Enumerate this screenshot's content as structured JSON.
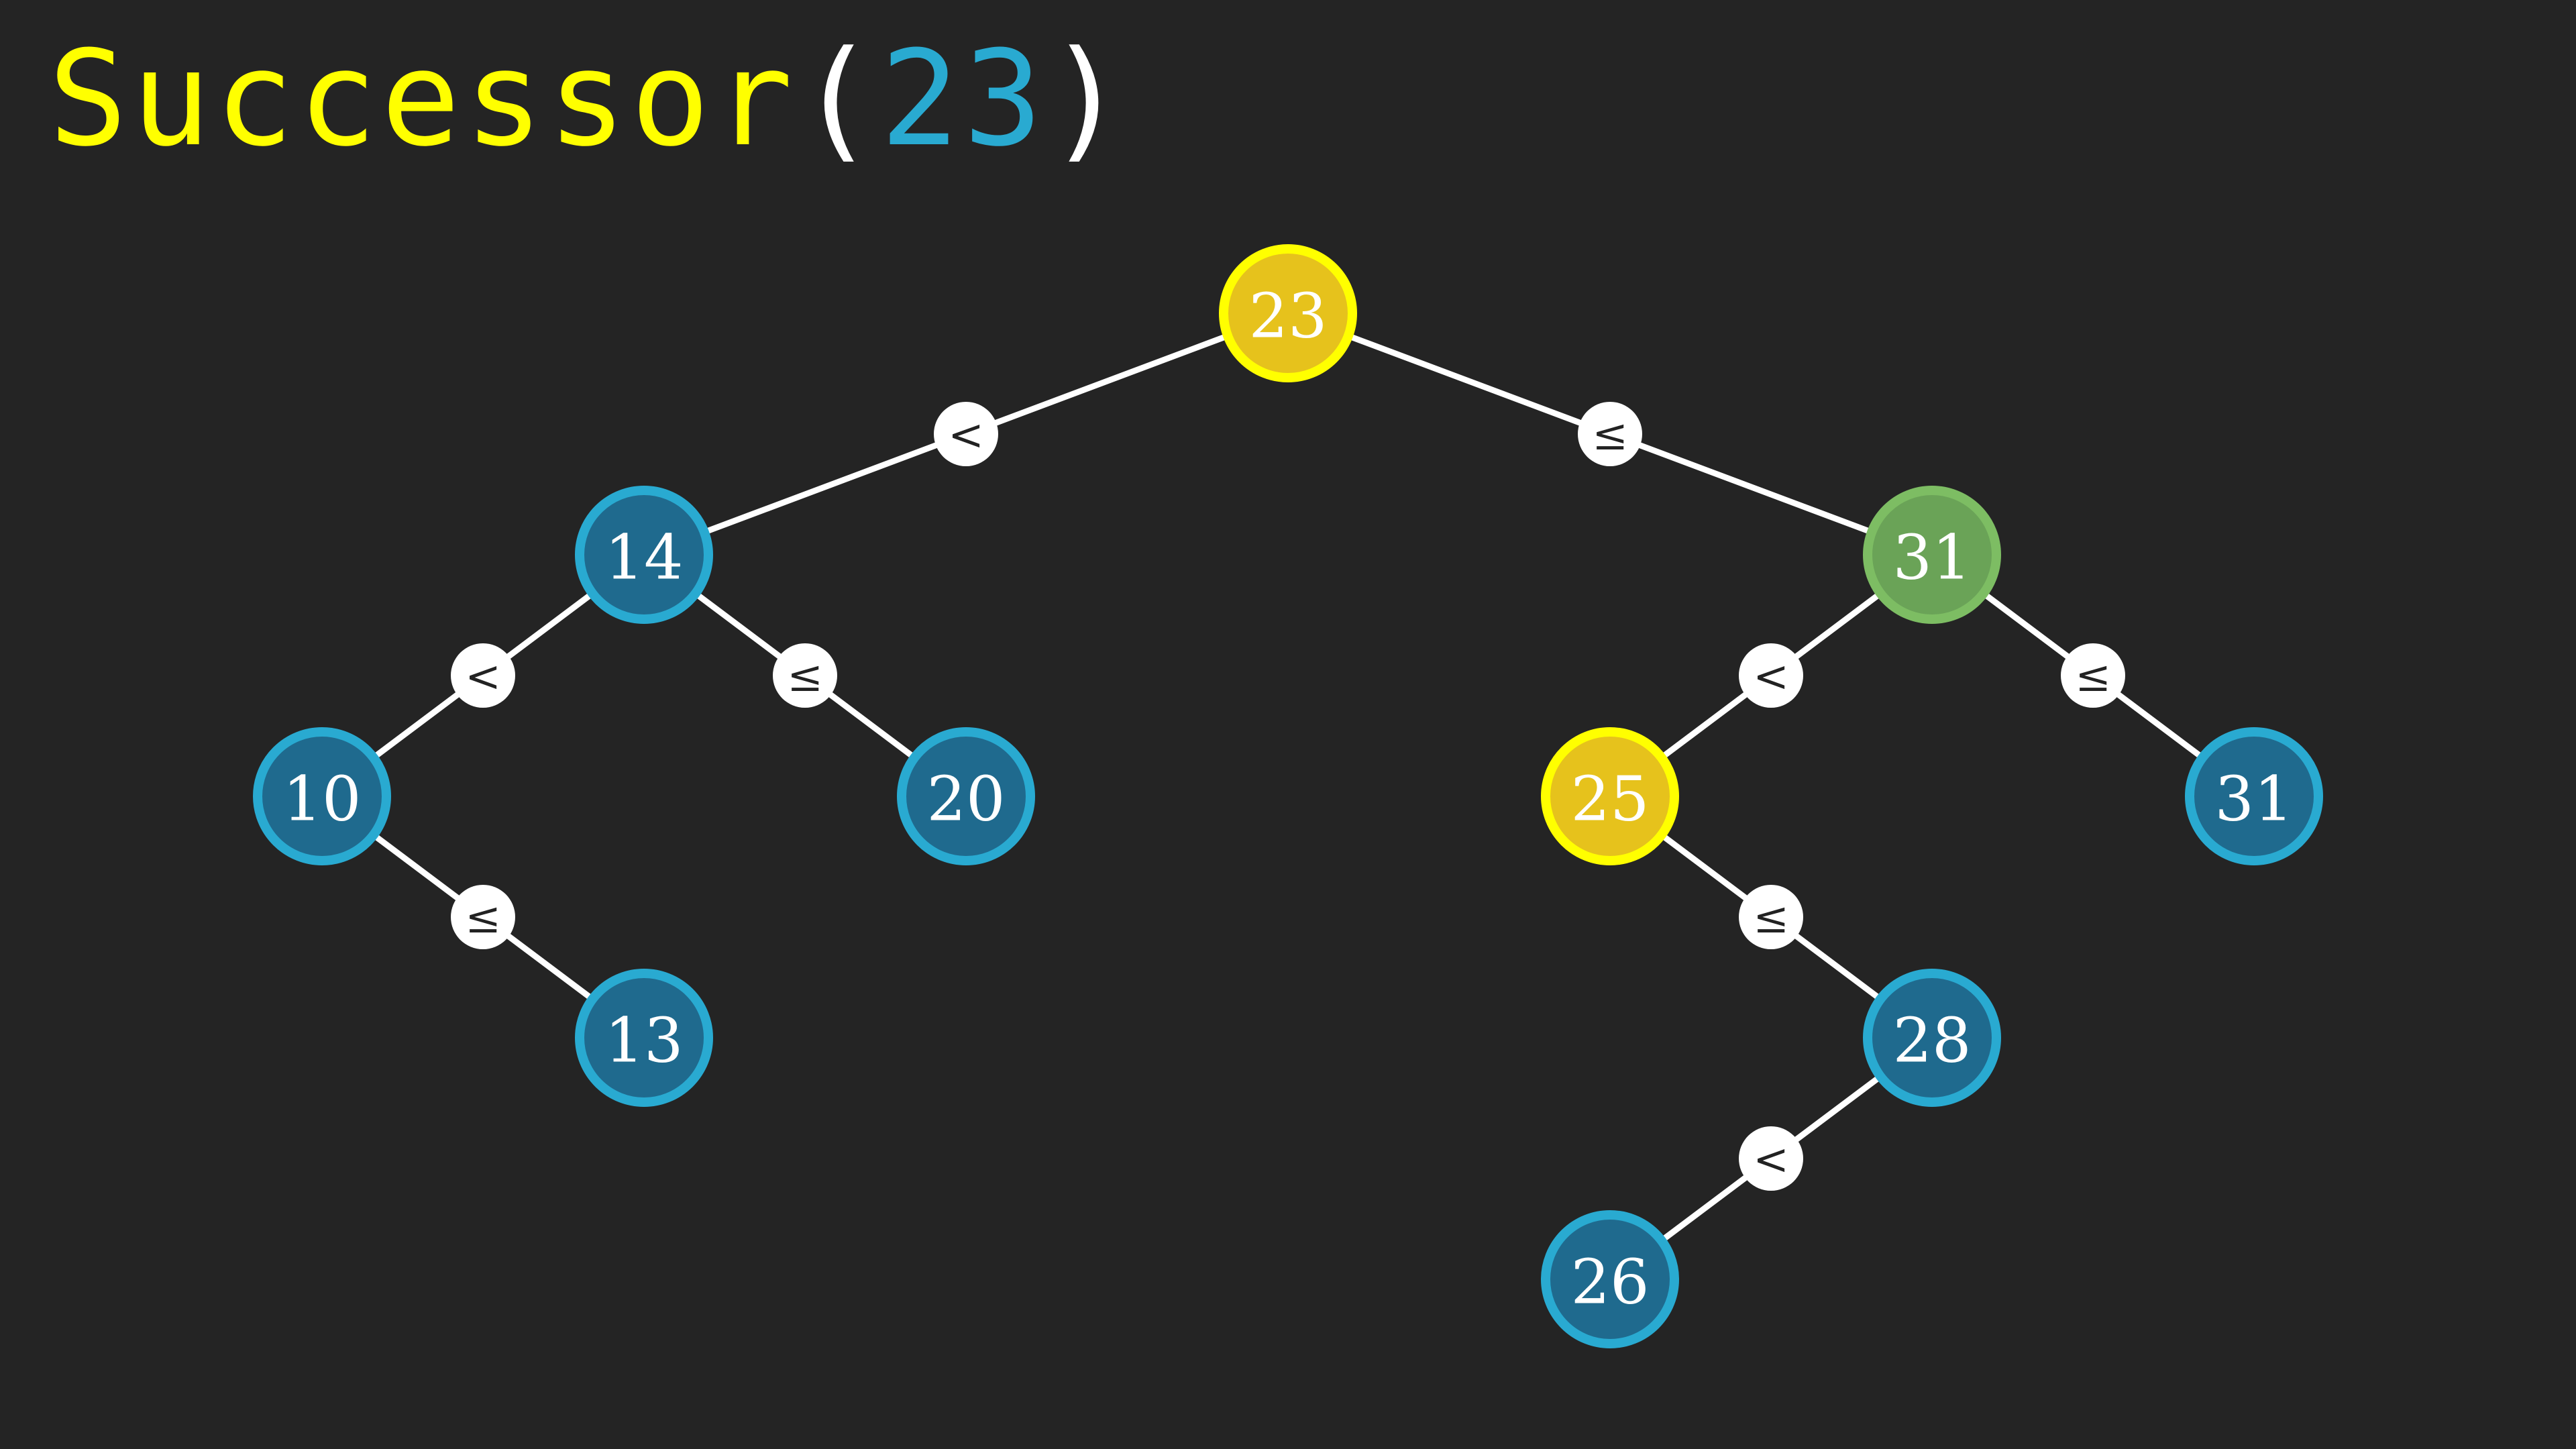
{
  "title": {
    "function": "Successor",
    "open": "(",
    "argument": "23",
    "close": ")"
  },
  "colors": {
    "background": "#242424",
    "title": "#ffff00",
    "argument": "#29aad1",
    "edge": "#ffffff",
    "node_default_fill": "#1f6a8e",
    "node_default_stroke": "#29aad1",
    "node_highlight_fill": "#e6c21c",
    "node_highlight_stroke": "#ffff00",
    "node_path_fill": "#6aa357",
    "node_path_stroke": "#7dbd63"
  },
  "tree": {
    "nodes": [
      {
        "id": "n23",
        "label": "23",
        "state": "highlight"
      },
      {
        "id": "n14",
        "label": "14",
        "state": "default"
      },
      {
        "id": "n31a",
        "label": "31",
        "state": "path"
      },
      {
        "id": "n10",
        "label": "10",
        "state": "default"
      },
      {
        "id": "n20",
        "label": "20",
        "state": "default"
      },
      {
        "id": "n25",
        "label": "25",
        "state": "highlight"
      },
      {
        "id": "n31b",
        "label": "31",
        "state": "default"
      },
      {
        "id": "n13",
        "label": "13",
        "state": "default"
      },
      {
        "id": "n28",
        "label": "28",
        "state": "default"
      },
      {
        "id": "n26",
        "label": "26",
        "state": "default"
      }
    ],
    "edges": [
      {
        "from": "n23",
        "to": "n14",
        "label": "<"
      },
      {
        "from": "n23",
        "to": "n31a",
        "label": "≤"
      },
      {
        "from": "n14",
        "to": "n10",
        "label": "<"
      },
      {
        "from": "n14",
        "to": "n20",
        "label": "≤"
      },
      {
        "from": "n31a",
        "to": "n25",
        "label": "<"
      },
      {
        "from": "n31a",
        "to": "n31b",
        "label": "≤"
      },
      {
        "from": "n10",
        "to": "n13",
        "label": "≤"
      },
      {
        "from": "n25",
        "to": "n28",
        "label": "≤"
      },
      {
        "from": "n28",
        "to": "n26",
        "label": "<"
      }
    ]
  }
}
